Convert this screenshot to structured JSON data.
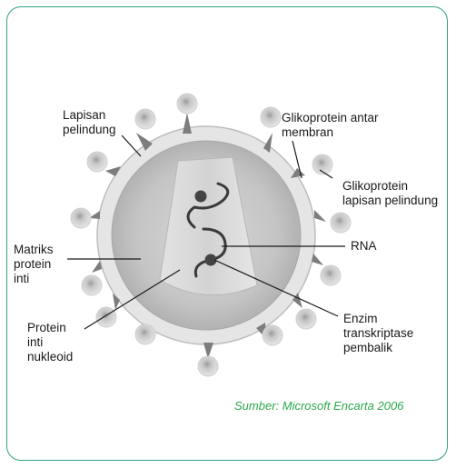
{
  "labels": {
    "lapisan_pelindung": "Lapisan\npelindung",
    "glikoprotein_antar_membran": "Glikoprotein antar\nmembran",
    "glikoprotein_lapisan_pelindung": "Glikoprotein\nlapisan pelindung",
    "rna": "RNA",
    "matriks_protein_inti": "Matriks\nprotein\ninti",
    "protein_inti_nukleoid": "Protein\ninti\nnukleoid",
    "enzim_transkriptase_pembalik": "Enzim\ntranskriptase\npembalik"
  },
  "source": "Sumber: Microsoft Encarta 2006",
  "colors": {
    "frame": "#2fa084",
    "source_text": "#2ba84a",
    "envelope": "#e4e4e4",
    "matrix": "#c9c9c9",
    "core": "#dcdcdc",
    "spike_head": "#b5b5b5",
    "spike_stem": "#7f7f7f"
  }
}
